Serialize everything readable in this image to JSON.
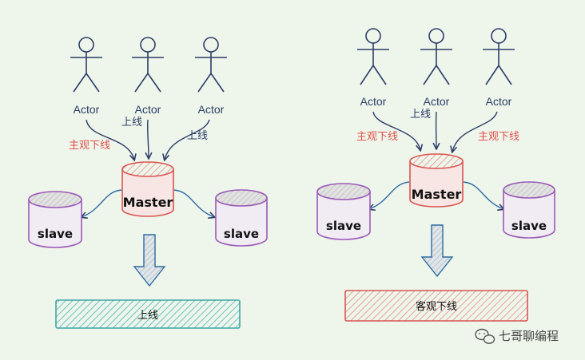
{
  "left_panel": {
    "actors": [
      "Actor",
      "Actor",
      "Actor"
    ],
    "label_online_1": "上线",
    "label_online_2": "上线",
    "label_subjective_offline": "主观下线",
    "master": "Master",
    "slave_left": "slave",
    "slave_right": "slave",
    "result": "上线"
  },
  "right_panel": {
    "actors": [
      "Actor",
      "Actor",
      "Actor"
    ],
    "label_online": "上线",
    "label_subjective_offline_left": "主观下线",
    "label_subjective_offline_right": "主观下线",
    "master": "Master",
    "slave_left": "slave",
    "slave_right": "slave",
    "result": "客观下线"
  },
  "watermark": "七哥聊编程",
  "colors": {
    "background": "#eef6ec",
    "actor_stroke": "#2c3e66",
    "master_stroke": "#d9534f",
    "slave_stroke": "#9b59b6",
    "slave_fill": "#d9d9d9",
    "online_box": "#6cc3c1",
    "offline_box": "#e06a5f",
    "subjective_label": "#e2504b",
    "arrow_fill": "#c9d3d8"
  }
}
